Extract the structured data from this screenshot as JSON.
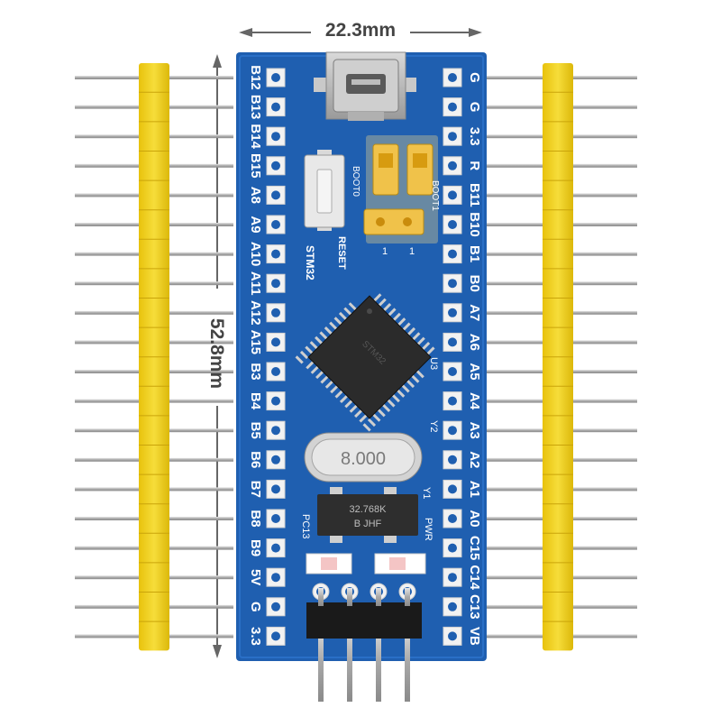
{
  "dimensions": {
    "width_label": "22.3mm",
    "height_label": "52.8mm"
  },
  "board": {
    "left_pins": [
      "B12",
      "B13",
      "B14",
      "B15",
      "A8",
      "A9",
      "A10",
      "A11",
      "A12",
      "A15",
      "B3",
      "B4",
      "B5",
      "B6",
      "B7",
      "B8",
      "B9",
      "5V",
      "G",
      "3.3"
    ],
    "right_pins": [
      "G",
      "G",
      "3.3",
      "R",
      "B11",
      "B10",
      "B1",
      "B0",
      "A7",
      "A6",
      "A5",
      "A4",
      "A3",
      "A2",
      "A1",
      "A0",
      "C15",
      "C14",
      "C13",
      "VB"
    ],
    "silkscreen": {
      "reset": "RESET",
      "stm32": "STM32",
      "boot0": "BOOT0",
      "boot1": "BOOT1",
      "jumper_1a": "1",
      "jumper_1b": "1",
      "u3": "U3",
      "y2": "Y2",
      "y1": "Y1",
      "pc13": "PC13",
      "pwr": "PWR"
    },
    "crystal_main": "8.000",
    "crystal_rtc_line1": "32.768K",
    "crystal_rtc_line2": "B JHF"
  },
  "colors": {
    "pcb": "#1f5fb0",
    "pin_plastic": "#f2d21a",
    "pin_metal": "#b8b8b8",
    "silk": "#ffffff"
  },
  "icons": {
    "usb": "micro-usb-connector-icon",
    "chip": "qfp-chip-icon"
  }
}
